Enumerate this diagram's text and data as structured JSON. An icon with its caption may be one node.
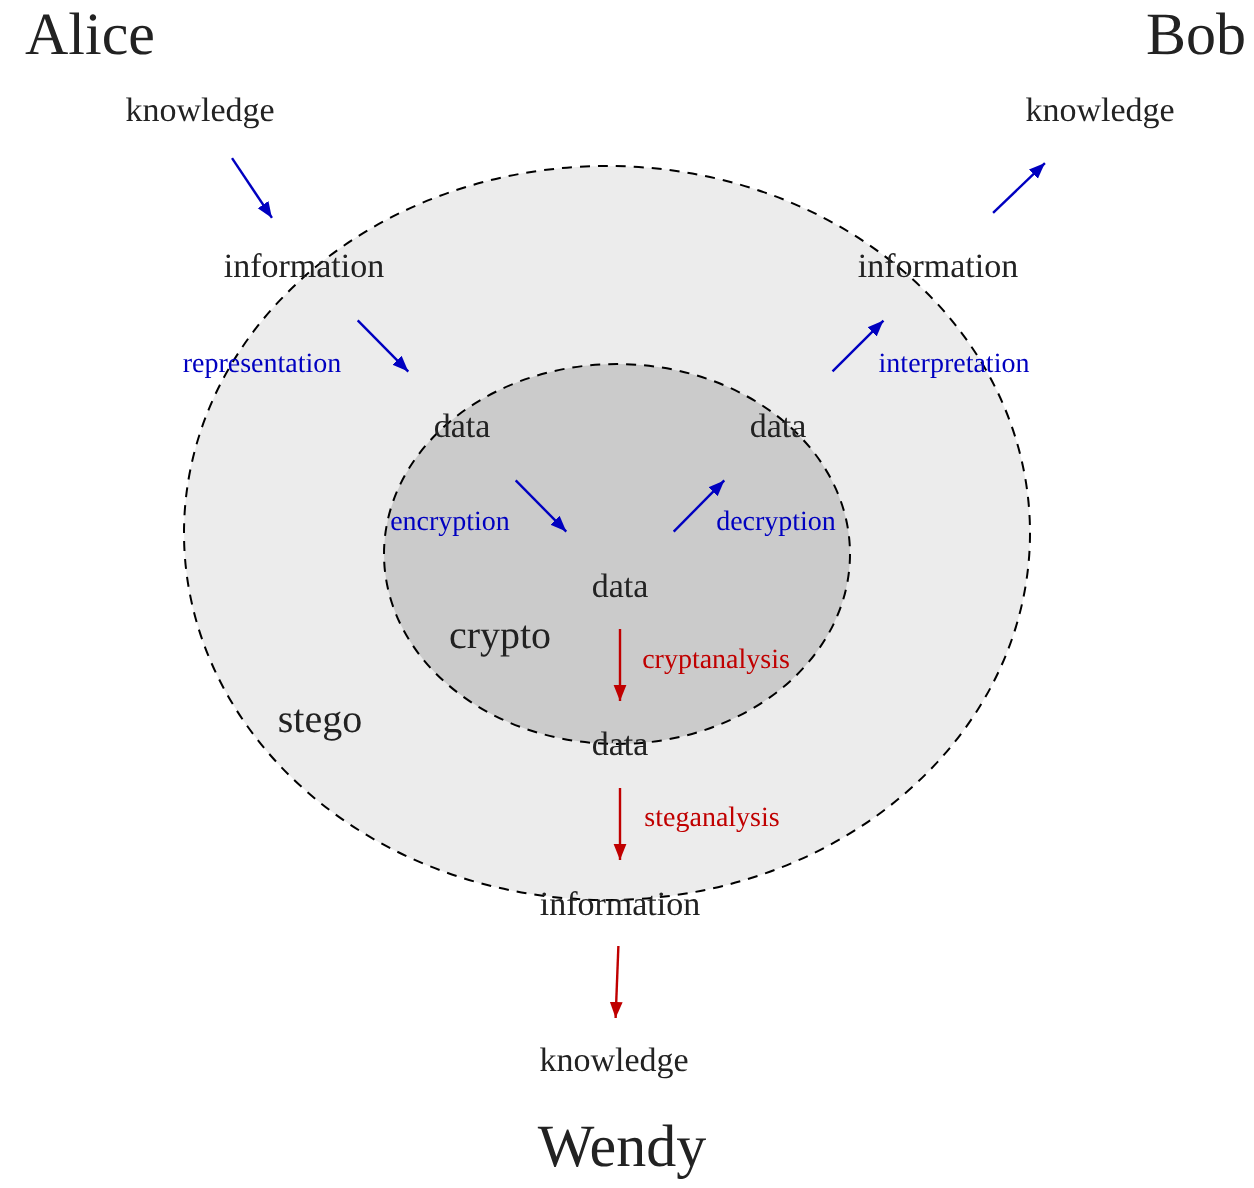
{
  "diagram": {
    "nodes": [
      {
        "text": [
          "stego"
        ]
      },
      {
        "text": [
          "crypto"
        ],
        "in": 0
      },
      {
        "text": [
          "knowledge"
        ]
      },
      {
        "text": [
          "information"
        ],
        "in": 0
      },
      {
        "text": [
          "data"
        ],
        "in": 1
      },
      {
        "text": [
          "data"
        ],
        "in": 1
      },
      {
        "text": [
          "data"
        ],
        "in": 1
      },
      {
        "text": [
          "information"
        ],
        "in": 0
      },
      {
        "text": [
          "knowledge"
        ]
      },
      {
        "text": [
          "data"
        ],
        "in": 0
      },
      {
        "text": [
          "information"
        ]
      },
      {
        "text": [
          "knowledge"
        ]
      }
    ],
    "edges": [
      {
        "from": 2,
        "to": 3,
        "arrow": "to"
      },
      {
        "from": 3,
        "to": 4,
        "arrow": "to",
        "label": "representation"
      },
      {
        "from": 4,
        "to": 5,
        "arrow": "to",
        "label": "encryption"
      },
      {
        "from": 5,
        "to": 6,
        "arrow": "to",
        "label": "decryption"
      },
      {
        "from": 6,
        "to": 7,
        "arrow": "to",
        "label": "interpretation"
      },
      {
        "from": 7,
        "to": 8,
        "arrow": "to"
      },
      {
        "from": 5,
        "to": 9,
        "arrow": "to",
        "label": "cryptanalysis",
        "color": "#c00000"
      },
      {
        "from": 9,
        "to": 10,
        "arrow": "to",
        "label": "steganalysis",
        "color": "#c00000"
      },
      {
        "from": 10,
        "to": 11,
        "arrow": "to",
        "color": "#c00000"
      }
    ],
    "labels": [
      "Alice",
      "Bob",
      "Wendy"
    ]
  }
}
